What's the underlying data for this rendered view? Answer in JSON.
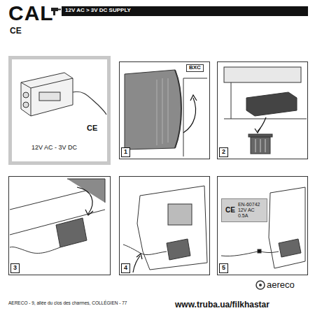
{
  "diagram": {
    "title": "CAL",
    "nodes": [
      {
        "text": [
          "CE",
          "12V AC - 3V DC"
        ]
      },
      {
        "text": [
          "1"
        ]
      },
      {
        "text": [
          "2"
        ]
      },
      {
        "text": [
          "3"
        ]
      },
      {
        "text": [
          "4"
        ]
      },
      {
        "text": [
          "5"
        ]
      },
      {
        "text": [
          "CE",
          "EN-60742 12V AC 0.5A"
        ],
        "in": 5
      }
    ],
    "labels": [
      "12V AC > 3V DC SUPPLY",
      "CE",
      "BXC",
      "AERECO - 9, allée du clos des charmes, COLLÉGIEN - 77",
      "aereco",
      "www.truba.ua/filkhastar"
    ]
  }
}
